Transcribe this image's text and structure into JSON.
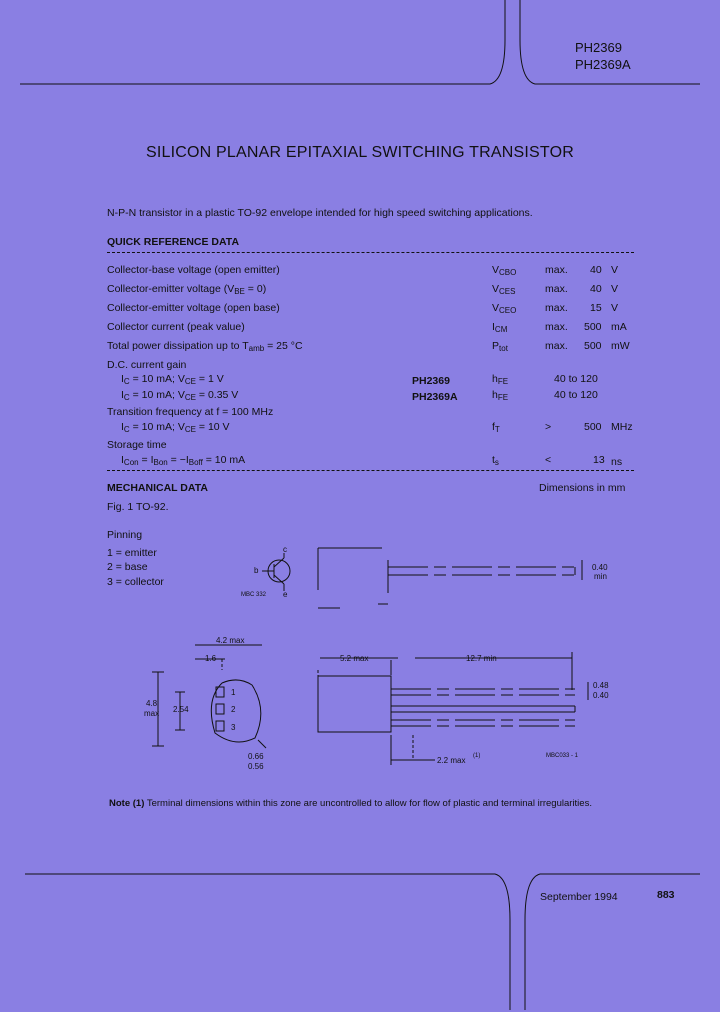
{
  "header": {
    "part1": "PH2369",
    "part2": "PH2369A"
  },
  "title": "SILICON PLANAR EPITAXIAL SWITCHING TRANSISTOR",
  "intro": "N-P-N transistor in a plastic TO-92 envelope intended for high speed switching applications.",
  "qrd_heading": "QUICK REFERENCE DATA",
  "qrd": [
    {
      "param": "Collector-base voltage (open emitter)",
      "sym": "V",
      "sub": "CBO",
      "cond": "max.",
      "val": "40",
      "unit": "V"
    },
    {
      "param": "Collector-emitter voltage (V",
      "param_sub": "BE",
      "param_tail": " = 0)",
      "sym": "V",
      "sub": "CES",
      "cond": "max.",
      "val": "40",
      "unit": "V"
    },
    {
      "param": "Collector-emitter voltage (open base)",
      "sym": "V",
      "sub": "CEO",
      "cond": "max.",
      "val": "15",
      "unit": "V"
    },
    {
      "param": "Collector current (peak value)",
      "sym": "I",
      "sub": "CM",
      "cond": "max.",
      "val": "500",
      "unit": "mA"
    },
    {
      "param": "Total power dissipation up to T",
      "param_sub": "amb",
      "param_tail": " = 25 °C",
      "sym": "P",
      "sub": "tot",
      "cond": "max.",
      "val": "500",
      "unit": "mW"
    }
  ],
  "dc_gain": {
    "label": "D.C. current gain",
    "row1": {
      "cond_a": "I",
      "cond_a_sub": "C",
      "cond_b": " = 10 mA; V",
      "cond_b_sub": "CE",
      "cond_c": " = 1 V",
      "device": "PH2369",
      "sym": "h",
      "sub": "FE",
      "val": "40 to 120"
    },
    "row2": {
      "cond_a": "I",
      "cond_a_sub": "C",
      "cond_b": " = 10 mA; V",
      "cond_b_sub": "CE",
      "cond_c": " = 0.35 V",
      "device": "PH2369A",
      "sym": "h",
      "sub": "FE",
      "val": "40 to 120"
    }
  },
  "ft": {
    "label": "Transition frequency at f = 100 MHz",
    "cond_a": "I",
    "cond_a_sub": "C",
    "cond_b": " = 10 mA; V",
    "cond_b_sub": "CE",
    "cond_c": " = 10 V",
    "sym": "f",
    "sub": "T",
    "cond": ">",
    "val": "500",
    "unit": "MHz"
  },
  "storage": {
    "label": "Storage time",
    "cond_a": "I",
    "cond_a_sub": "Con",
    "cond_b": " = I",
    "cond_b_sub": "Bon",
    "cond_c": " = −I",
    "cond_c_sub": "Boff",
    "cond_d": " = 10 mA",
    "sym": "t",
    "sub": "s",
    "cond": "<",
    "val": "13",
    "unit": "ns"
  },
  "mech_heading": "MECHANICAL DATA",
  "mech_dims": "Dimensions in mm",
  "fig": {
    "label": "Fig. 1",
    "text": "TO-92."
  },
  "pinning": {
    "heading": "Pinning",
    "pins": [
      "1 = emitter",
      "2 = base",
      "3 = collector"
    ]
  },
  "drawing": {
    "sym_c": "c",
    "sym_b": "b",
    "sym_e": "e",
    "sym_code": "MBC 332",
    "lead_min": "0.40",
    "lead_min2": "min",
    "d42": "4.2 max",
    "d16": "1.6",
    "d48": "4.8",
    "d48b": "max",
    "d254": "2.54",
    "pin1": "1",
    "pin2": "2",
    "pin3": "3",
    "d066": "0.66",
    "d056": "0.56",
    "d52": "5.2 max",
    "d127": "12.7 min",
    "d048": "0.48",
    "d040": "0.40",
    "d22": "2.2 max",
    "note_ref": "(1)",
    "fig_code": "MBC033 - 1"
  },
  "note": {
    "label": "Note (1)",
    "text": "Terminal dimensions within this zone are uncontrolled to allow for flow of plastic and terminal irregularities."
  },
  "footer": {
    "date": "September 1994",
    "page": "883"
  }
}
